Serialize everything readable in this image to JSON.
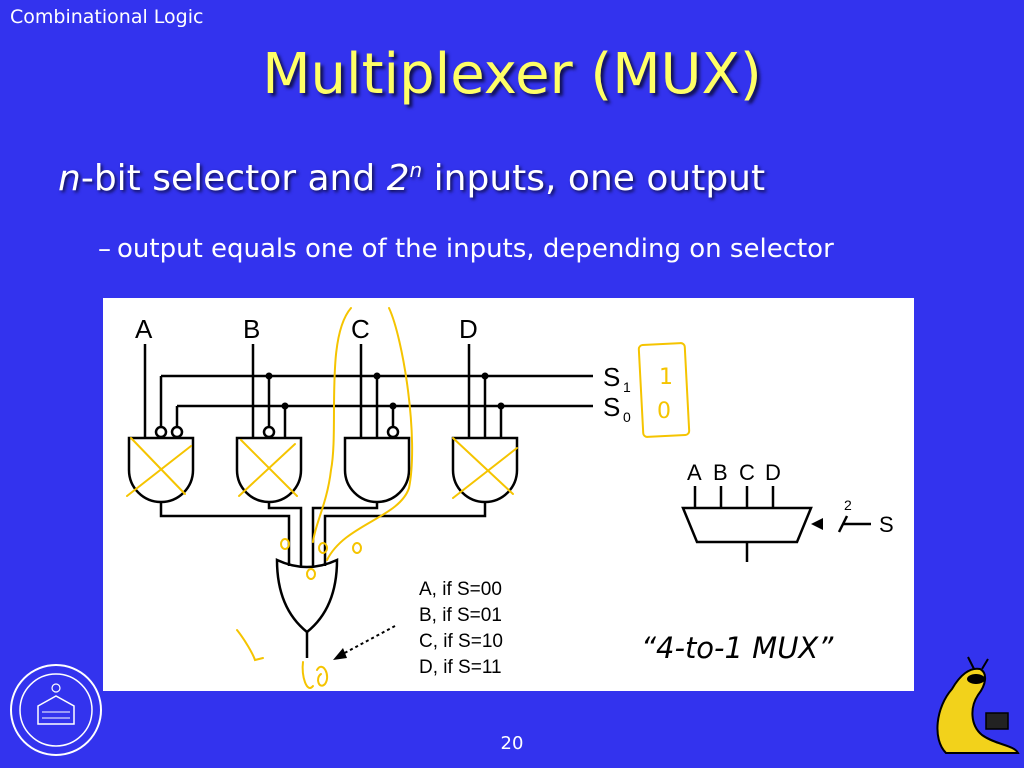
{
  "header": {
    "topic": "Combinational Logic",
    "title": "Multiplexer (MUX)"
  },
  "bullet": {
    "n": "n",
    "part1": "-bit selector and ",
    "two": "2",
    "sup": "n",
    "part2": " inputs, one output"
  },
  "sub_bullet": {
    "dash": "–",
    "text": "output equals one of the inputs, depending on selector"
  },
  "diagram": {
    "inputs": [
      "A",
      "B",
      "C",
      "D"
    ],
    "s1": "S",
    "s1_sub": "1",
    "s0": "S",
    "s0_sub": "0",
    "conditions": [
      "A, if S=00",
      "B, if S=01",
      "C, if S=10",
      "D, if S=11"
    ],
    "block_inputs": [
      "A",
      "B",
      "C",
      "D"
    ],
    "block_select_width": "2",
    "block_select_label": "S",
    "caption": "“4-to-1 MUX”",
    "annotations": {
      "s1_value": "1",
      "s0_value": "0"
    }
  },
  "footer": {
    "slide_number": "20"
  },
  "colors": {
    "background": "#3333ee",
    "title": "#ffff66",
    "annotation": "#f5c400"
  }
}
